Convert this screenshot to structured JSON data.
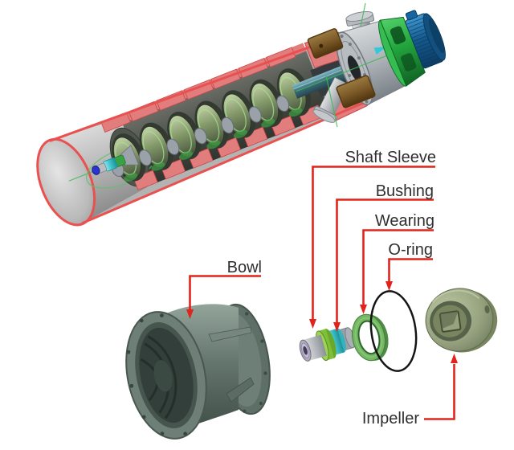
{
  "figure_labels": {
    "shaft_sleeve": "Shaft Sleeve",
    "bushing": "Bushing",
    "wearing": "Wearing",
    "o_ring": "O-ring",
    "bowl": "Bowl",
    "impeller": "Impeller"
  },
  "colors": {
    "background": "#ffffff",
    "callout_red": "#e2231a",
    "label_text": "#2f2f2f",
    "cut_face_salmon": "#e27d7d",
    "cut_edge_red": "#ea5050",
    "casing_gray": "#b3b3b3",
    "head_gray": "#aeb4b9",
    "motor_blue": "#16598d",
    "lantern_green": "#23a53d",
    "bracket_brown": "#7b5a28",
    "shaft_teal": "#3a6a78",
    "bushing_cyan": "#3fc3cc",
    "sleeve_flange_green": "#7fbf3a",
    "wear_ring_green": "#74b863",
    "o_ring_black": "#151515",
    "impeller_olive": "#97a37f",
    "bowl_green_gray": "#64756d",
    "axis_green": "#3dbb54"
  }
}
